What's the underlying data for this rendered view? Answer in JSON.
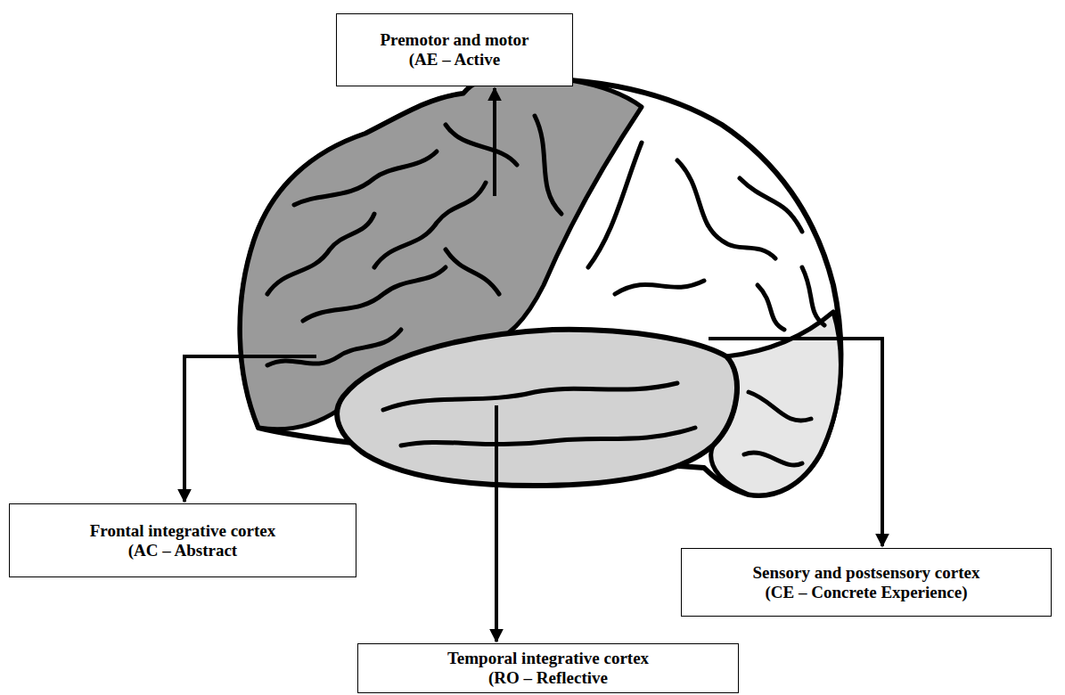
{
  "diagram": {
    "nodes": [
      {
        "text": [
          "Premotor and motor (AE – Active"
        ]
      },
      {
        "text": [
          "Frontal integrative cortex (AC – Abstract"
        ]
      },
      {
        "text": [
          "Sensory and postsensory cortex (CE – Concrete Experience)"
        ]
      },
      {
        "text": [
          "Temporal integrative cortex (RO – Reflective"
        ]
      }
    ]
  }
}
